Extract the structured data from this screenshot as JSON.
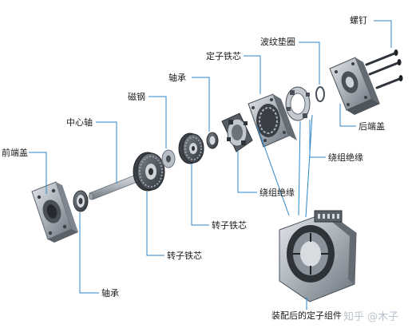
{
  "labels": {
    "screw": "螺钉",
    "wave_washer": "波纹垫圈",
    "stator_core": "定子铁芯",
    "bearing_top": "轴承",
    "magnet": "磁钢",
    "center_shaft": "中心轴",
    "front_cover": "前端盖",
    "rear_cover": "后端盖",
    "winding_insulation_right": "绕组绝缘",
    "winding_insulation_center": "绕组绝缘",
    "rotor_core_upper": "转子铁芯",
    "rotor_core_lower": "转子铁芯",
    "bearing_bottom": "轴承",
    "assembled_stator": "装配后的定子组件"
  },
  "watermark": "知乎 @木子",
  "colors": {
    "leader": "#2b86c8",
    "metal_dark": "#4a5058",
    "metal_mid": "#8a929b",
    "metal_light": "#c9ced4"
  }
}
